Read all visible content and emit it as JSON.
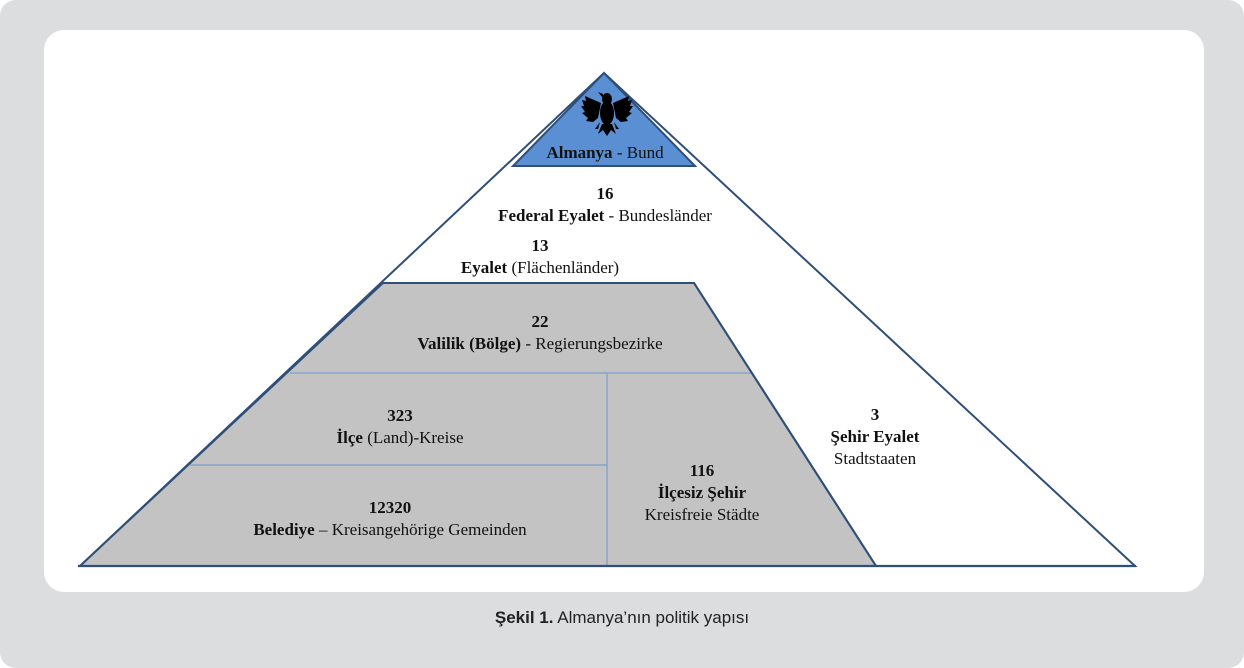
{
  "diagram": {
    "top": {
      "bold": "Almanya",
      "rest": " - Bund"
    },
    "federal_states": {
      "number": "16",
      "bold": "Federal Eyalet",
      "rest": " - Bundesländer"
    },
    "area_states": {
      "number": "13",
      "bold": "Eyalet",
      "rest": " (Flächenländer)"
    },
    "regions": {
      "number": "22",
      "bold": "Valilik (Bölge)",
      "rest": " - Regierungsbezirke"
    },
    "districts": {
      "number": "323",
      "bold": "İlçe",
      "rest": " (Land)-Kreise"
    },
    "municipalities": {
      "number": "12320",
      "bold": "Belediye",
      "rest": " – Kreisangehörige Gemeinden"
    },
    "district_free_cities": {
      "number": "116",
      "bold": "İlçesiz Şehir",
      "rest": "Kreisfreie Städte"
    },
    "city_states": {
      "number": "3",
      "bold": "Şehir Eyalet",
      "rest": "Stadtstaaten"
    }
  },
  "caption": {
    "bold": "Şekil 1.",
    "rest": " Almanya’nın politik yapısı"
  },
  "colors": {
    "apex_fill": "#5b8fd3",
    "grey_fill": "#c3c3c3",
    "outline": "#2f4f78",
    "inner_lines": "#7aa0cf",
    "frame_bg": "#dcdddf"
  },
  "icons": {
    "apex": "eagle-coat-of-arms-icon"
  }
}
